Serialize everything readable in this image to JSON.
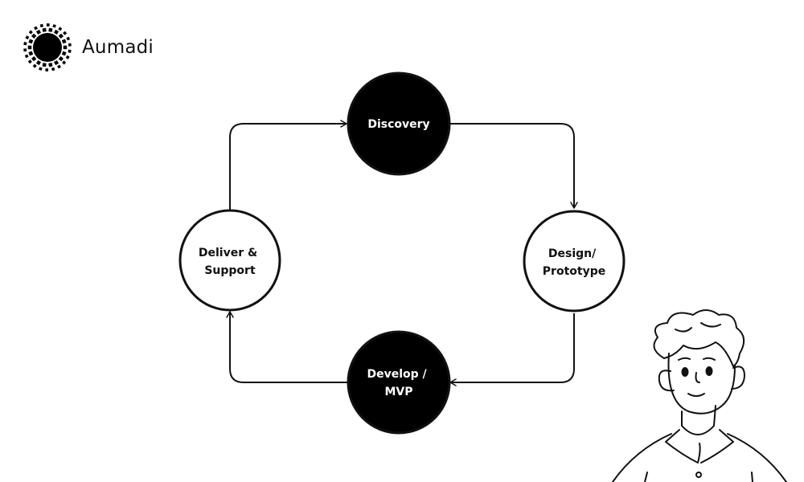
{
  "brand": {
    "name": "Aumadi",
    "logo_icon": "sunburst-logo-icon"
  },
  "diagram": {
    "colors": {
      "filled_fill": "#000000",
      "filled_text": "#ffffff",
      "outline_fill": "#ffffff",
      "outline_text": "#111111",
      "stroke": "#111111"
    },
    "nodes": [
      {
        "id": "discovery",
        "lines": [
          "Discovery"
        ],
        "style": "filled"
      },
      {
        "id": "design",
        "lines": [
          "Design/",
          "Prototype"
        ],
        "style": "outline"
      },
      {
        "id": "develop",
        "lines": [
          "Develop /",
          "MVP"
        ],
        "style": "filled"
      },
      {
        "id": "deliver",
        "lines": [
          "Deliver &",
          "Support"
        ],
        "style": "outline"
      }
    ],
    "edges": [
      {
        "from": "discovery",
        "to": "design"
      },
      {
        "from": "design",
        "to": "develop"
      },
      {
        "from": "develop",
        "to": "deliver"
      },
      {
        "from": "deliver",
        "to": "discovery"
      }
    ]
  },
  "illustration": {
    "icon": "person-line-art-icon"
  }
}
